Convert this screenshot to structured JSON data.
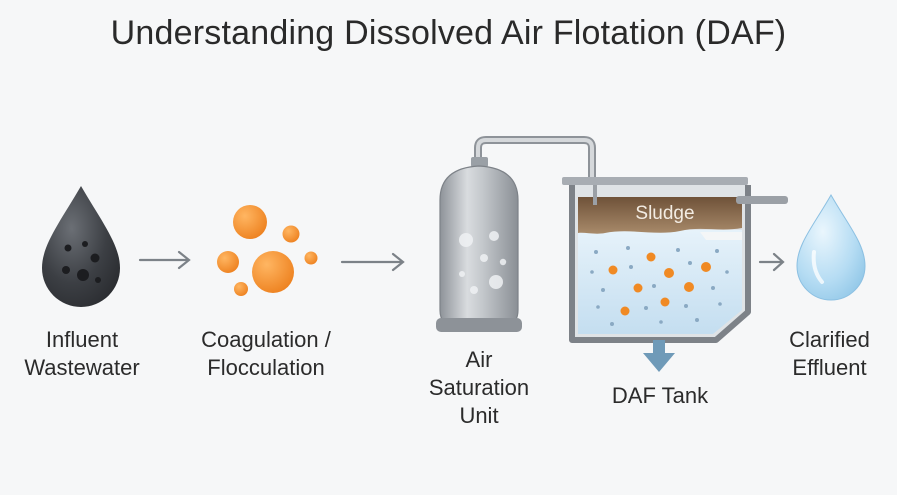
{
  "title": "Understanding Dissolved Air Flotation (DAF)",
  "steps": [
    {
      "lines": [
        "Influent",
        "Wastewater"
      ],
      "icon": "dark-water-drop-icon"
    },
    {
      "lines": [
        "Coagulation /",
        "Flocculation"
      ],
      "icon": "floc-particles-icon"
    },
    {
      "lines": [
        "Air",
        "Saturation",
        "Unit"
      ],
      "icon": "pressure-tank-icon"
    },
    {
      "lines": [
        "DAF Tank"
      ],
      "icon": "flotation-tank-icon"
    },
    {
      "lines": [
        "Clarified",
        "Effluent"
      ],
      "icon": "clear-water-drop-icon"
    }
  ],
  "tank": {
    "sludge_label": "Sludge"
  },
  "colors": {
    "dirty_water": "#3c3f44",
    "floc": "#f08a24",
    "tank_metal": "#b9bdc2",
    "water": "#cfe6f4",
    "sludge": "#8a6a4c",
    "clean_water": "#9fd0ee",
    "arrow": "#7c8288",
    "outlet_arrow": "#6f9ab8"
  }
}
